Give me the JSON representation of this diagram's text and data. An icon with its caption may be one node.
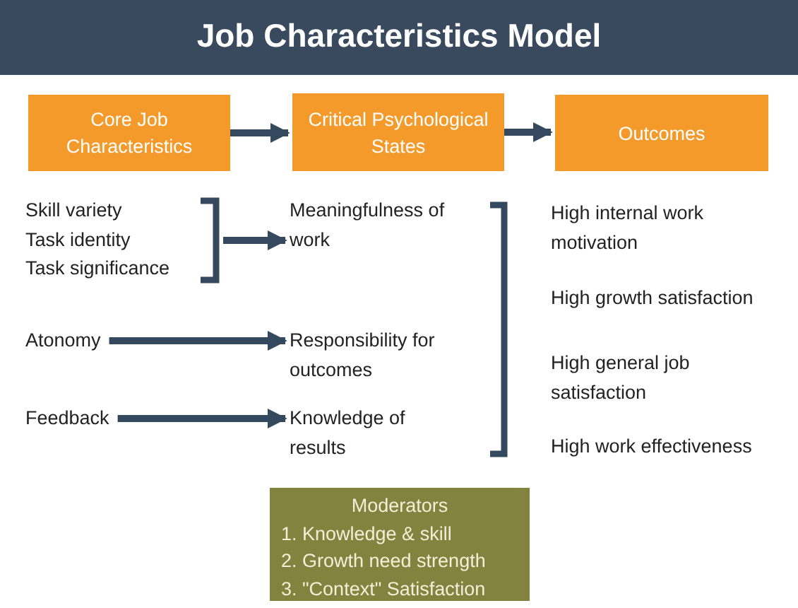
{
  "diagram": {
    "title": "Job Characteristics Model",
    "nodes": [
      {
        "text": [
          "Core Job Characteristics"
        ]
      },
      {
        "text": [
          "Critical Psychological States"
        ]
      },
      {
        "text": [
          "Outcomes"
        ]
      },
      {
        "text": [
          "Skill variety",
          "Task identity",
          "Task significance"
        ]
      },
      {
        "text": [
          "Meaningfulness of work"
        ]
      },
      {
        "text": [
          "Atonomy"
        ]
      },
      {
        "text": [
          "Responsibility for outcomes"
        ]
      },
      {
        "text": [
          "Feedback"
        ]
      },
      {
        "text": [
          "Knowledge of results"
        ]
      },
      {
        "text": [
          "Moderators",
          "1. Knowledge & skill",
          "2. Growth need strength",
          "3. \"Context\" Satisfaction"
        ]
      }
    ],
    "edges": [
      {
        "from": 0,
        "to": 1,
        "arrow": "to"
      },
      {
        "from": 1,
        "to": 2,
        "arrow": "to"
      },
      {
        "from": 3,
        "to": 4,
        "arrow": "to"
      },
      {
        "from": 5,
        "to": 6,
        "arrow": "to"
      },
      {
        "from": 7,
        "to": 8,
        "arrow": "to"
      }
    ],
    "labels": [
      "High internal work motivation",
      "High growth satisfaction",
      "High general job satisfaction",
      "High work effectiveness"
    ]
  }
}
